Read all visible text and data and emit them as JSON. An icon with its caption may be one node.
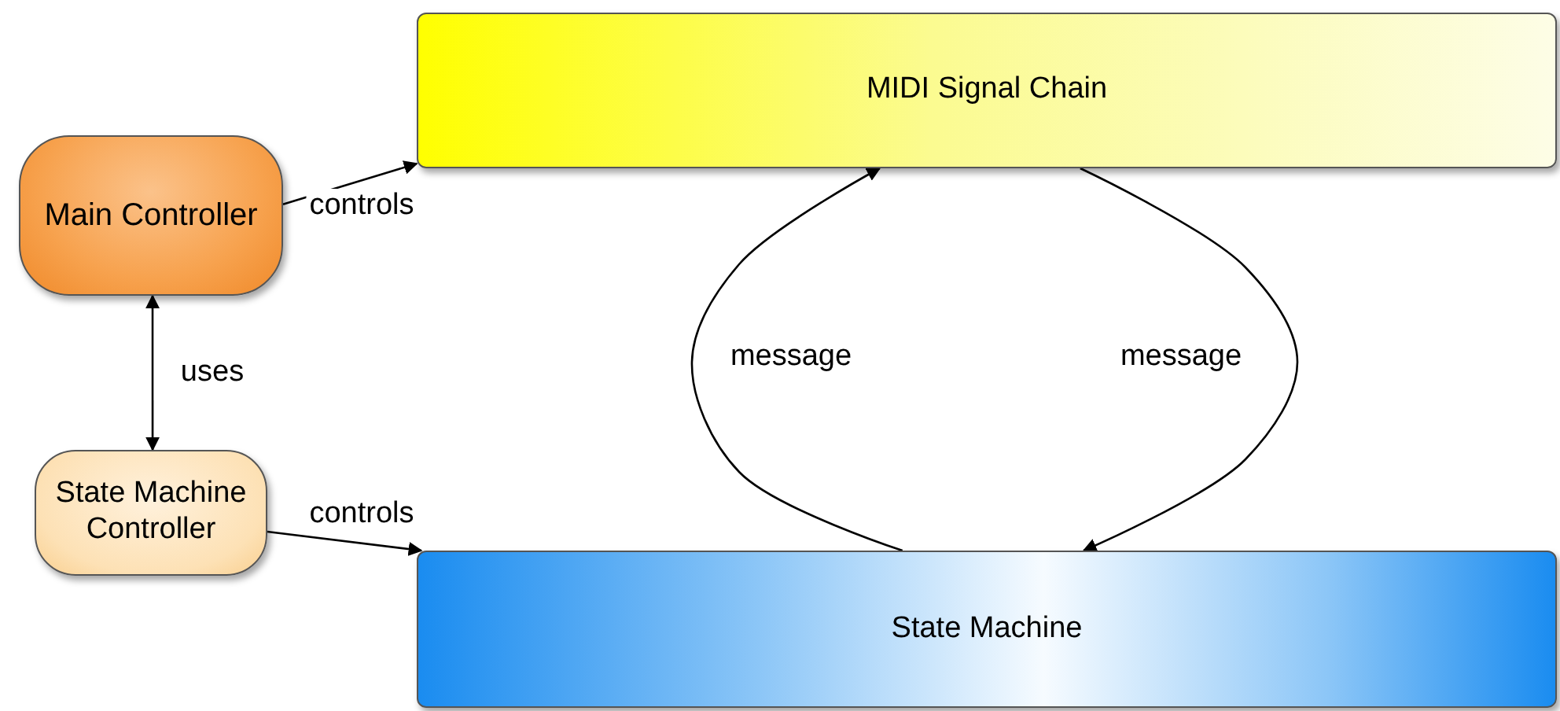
{
  "diagram": {
    "nodes": [
      {
        "text": [
          "MIDI Signal Chain"
        ]
      },
      {
        "text": [
          "Main Controller"
        ]
      },
      {
        "text": [
          "State Machine Controller"
        ]
      },
      {
        "text": [
          "State Machine"
        ]
      }
    ],
    "edges": [
      {
        "from": 1,
        "to": 0,
        "arrow": "to",
        "label": "controls"
      },
      {
        "from": 1,
        "to": 2,
        "arrow": "both",
        "label": "uses"
      },
      {
        "from": 2,
        "to": 3,
        "arrow": "to",
        "label": "controls"
      },
      {
        "from": 3,
        "to": 0,
        "arrow": "to",
        "label": "message"
      },
      {
        "from": 0,
        "to": 3,
        "arrow": "to",
        "label": "message"
      }
    ]
  }
}
